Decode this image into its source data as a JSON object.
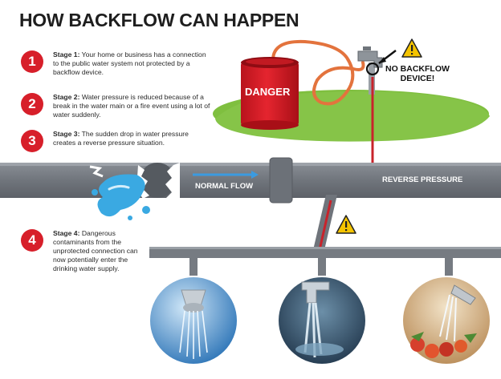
{
  "title": "HOW BACKFLOW CAN HAPPEN",
  "stages": [
    {
      "number": "1",
      "label": "Stage 1:",
      "text": "Your home or business has a connection to the public water system not protected by a backflow device."
    },
    {
      "number": "2",
      "label": "Stage 2:",
      "text": "Water pressure is reduced because of a break in the water main or a fire event using a lot of water suddenly."
    },
    {
      "number": "3",
      "label": "Stage 3:",
      "text": "The sudden drop in water pressure creates a reverse pressure situation."
    },
    {
      "number": "4",
      "label": "Stage 4:",
      "text": "Dangerous contaminants from the unprotected connection can now potentially enter the drinking water supply."
    }
  ],
  "labels": {
    "danger": "DANGER",
    "no_backflow_line1": "NO BACKFLOW",
    "no_backflow_line2": "DEVICE!",
    "normal_flow": "NORMAL FLOW",
    "reverse_pressure": "REVERSE PRESSURE"
  },
  "colors": {
    "accent_red": "#d71f2a",
    "pipe_gray": "#7a7f86",
    "grass_green": "#7fbf3f",
    "flow_blue": "#3b9be0",
    "warning_yellow": "#f5c400"
  },
  "icons": [
    "warning-icon",
    "water-spigot-icon",
    "shower-head-icon",
    "faucet-icon",
    "kitchen-sprayer-icon"
  ]
}
